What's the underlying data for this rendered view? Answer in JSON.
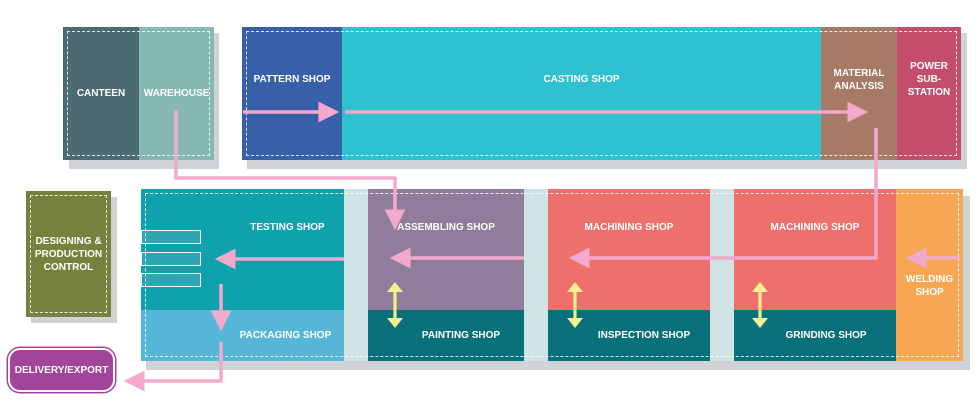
{
  "colors": {
    "canteen": "#4b6a72",
    "warehouse": "#86b8b4",
    "pattern_shop": "#3760a8",
    "casting_shop": "#2ec1cf",
    "material_analysis": "#a67a64",
    "power_substation": "#c44d6c",
    "designing": "#77813d",
    "testing_shop": "#0fa2ad",
    "packaging_shop": "#55b6d7",
    "assembling_shop": "#8f7d9b",
    "machining_shop": "#ee706c",
    "painting_shop": "#08707b",
    "inspection_shop": "#08707b",
    "grinding_shop": "#08707b",
    "welding_shop": "#f7a653",
    "delivery_export": "#a2449a",
    "flow_arrow": "#f3a9cb",
    "exchange_arrow": "#f5f08f",
    "corridor": "#cfe2e4"
  },
  "blocks": {
    "canteen": "CANTEEN",
    "warehouse": "WAREHOUSE",
    "pattern_shop": "PATTERN SHOP",
    "casting_shop": "CASTING SHOP",
    "material_analysis": "MATERIAL ANALYSIS",
    "power_substation": "POWER SUB-STATION",
    "designing": "DESIGNING & PRODUCTION CONTROL",
    "testing_shop": "TESTING SHOP",
    "packaging_shop": "PACKAGING SHOP",
    "assembling_shop": "ASSEMBLING SHOP",
    "machining_shop_1": "MACHINING SHOP",
    "machining_shop_2": "MACHINING SHOP",
    "painting_shop": "PAINTING SHOP",
    "inspection_shop": "INSPECTION SHOP",
    "grinding_shop": "GRINDING SHOP",
    "welding_shop": "WELDING SHOP",
    "delivery_export": "DELIVERY/EXPORT"
  }
}
